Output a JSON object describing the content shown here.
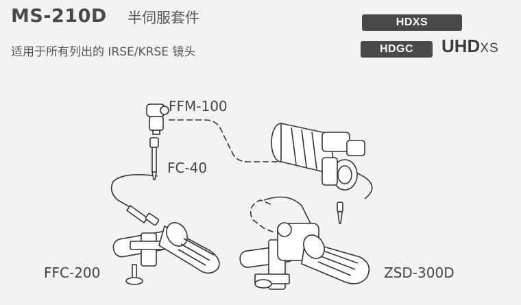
{
  "header": {
    "model": "MS-210D",
    "title_cn": "半伺服套件",
    "subtitle": "适用于所有列出的 IRSE/KRSE 镜头"
  },
  "badges": {
    "hdxs": "HDXS",
    "hdgc": "HDGC",
    "uhd_main": "UHD",
    "uhd_suffix": "XS"
  },
  "components": {
    "ffm": "FFM-100",
    "fc": "FC-40",
    "ffc": "FFC-200",
    "zsd": "ZSD-300D"
  }
}
